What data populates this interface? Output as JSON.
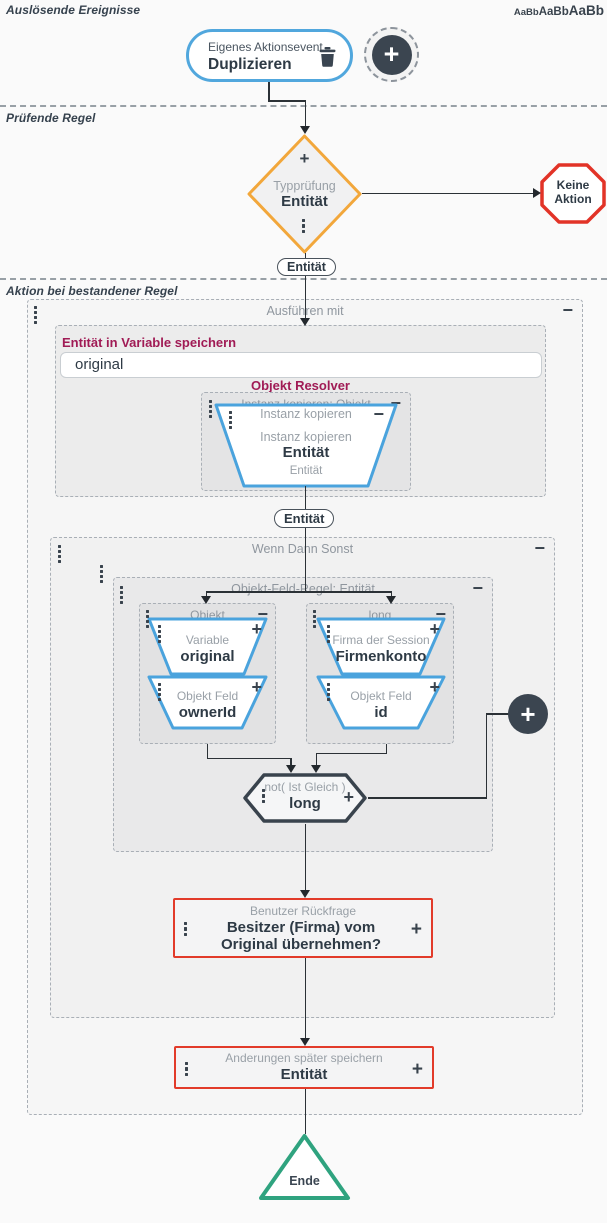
{
  "page": {
    "font_samples": [
      "AaBb",
      "AaBb",
      "AaBb"
    ],
    "colors": {
      "node_blue": "#4aa3dd",
      "rule_orange": "#f2a73b",
      "alert_red": "#e23b2a",
      "crimson_label": "#a01b55",
      "slate": "#39434d",
      "end_green": "#2fa37f"
    }
  },
  "icons": {
    "collapse": "−",
    "expand": "+",
    "add": "+"
  },
  "sections": {
    "triggers": {
      "title": "Auslösende Ereignisse"
    },
    "rule": {
      "title": "Prüfende Regel"
    },
    "action": {
      "title": "Aktion bei bestandener Regel"
    }
  },
  "trigger_event": {
    "type_label": "Eigenes Aktionsevent",
    "name": "Duplizieren"
  },
  "type_check": {
    "type_label": "Typprüfung",
    "name": "Entität"
  },
  "no_action": {
    "label": "Keine Aktion"
  },
  "edge_labels": {
    "entity_1": "Entität",
    "entity_2": "Entität"
  },
  "execute_group": {
    "title": "Ausführen mit"
  },
  "save_variable": {
    "label": "Entität in Variable speichern",
    "value": "original"
  },
  "object_resolver": {
    "title": "Objekt Resolver"
  },
  "copy_instance_group": {
    "title": "Instanz kopieren: Objekt"
  },
  "copy_instance_node": {
    "header": "Instanz kopieren",
    "type_label": "Instanz kopieren",
    "name": "Entität",
    "output": "Entität"
  },
  "if_then_else_group": {
    "title": "Wenn Dann Sonst"
  },
  "object_field_rule_group": {
    "title": "Objekt-Feld-Regel: Entität"
  },
  "objekt_group": {
    "title": "Objekt",
    "nodes": [
      {
        "type_label": "Variable",
        "name": "original"
      },
      {
        "type_label": "Objekt Feld",
        "name": "ownerId"
      }
    ]
  },
  "long_group": {
    "title": "long",
    "nodes": [
      {
        "type_label": "Firma der Session",
        "name": "Firmenkonto"
      },
      {
        "type_label": "Objekt Feld",
        "name": "id"
      }
    ]
  },
  "not_equal_node": {
    "type_label": "not( Ist Gleich )",
    "name": "long"
  },
  "user_prompt_node": {
    "type_label": "Benutzer Rückfrage",
    "question": "Besitzer (Firma) vom Original übernehmen?"
  },
  "save_later_node": {
    "type_label": "Anderungen später speichern",
    "name": "Entität"
  },
  "end_node": {
    "label": "Ende"
  }
}
